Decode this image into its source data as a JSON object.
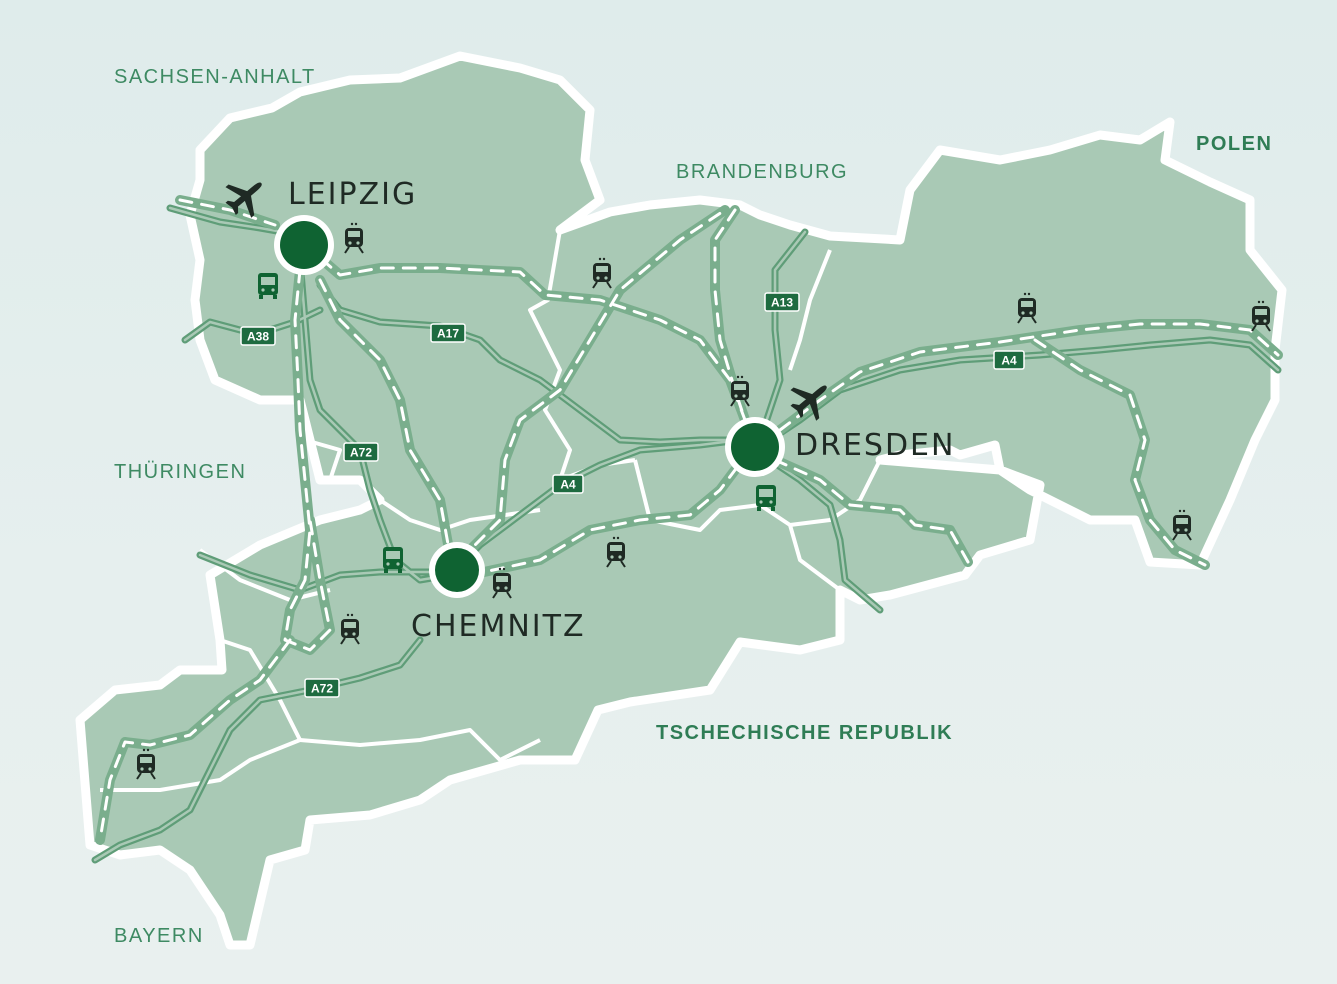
{
  "neighbors": {
    "sachsen_anhalt": "SACHSEN-ANHALT",
    "brandenburg": "BRANDENBURG",
    "polen": "POLEN",
    "thueringen": "THÜRINGEN",
    "bayern": "BAYERN",
    "tschechien": "TSCHECHISCHE REPUBLIK"
  },
  "cities": {
    "leipzig": "LEIPZIG",
    "dresden": "DRESDEN",
    "chemnitz": "CHEMNITZ"
  },
  "highways": {
    "a38": "A38",
    "a17": "A17",
    "a13": "A13",
    "a4_east": "A4",
    "a4_mid": "A4",
    "a72_north": "A72",
    "a72_south": "A72"
  },
  "icons": [
    "airplane-icon",
    "train-icon",
    "bus-icon",
    "city-marker"
  ],
  "colors": {
    "background": "#e3eeed",
    "region_fill": "#a9c9b5",
    "border": "#ffffff",
    "city_marker": "#0f6332",
    "rail": "#7aae8d",
    "road": "#5f9d78",
    "highway_badge": "#1e6b40",
    "label_green": "#3e8a63"
  }
}
